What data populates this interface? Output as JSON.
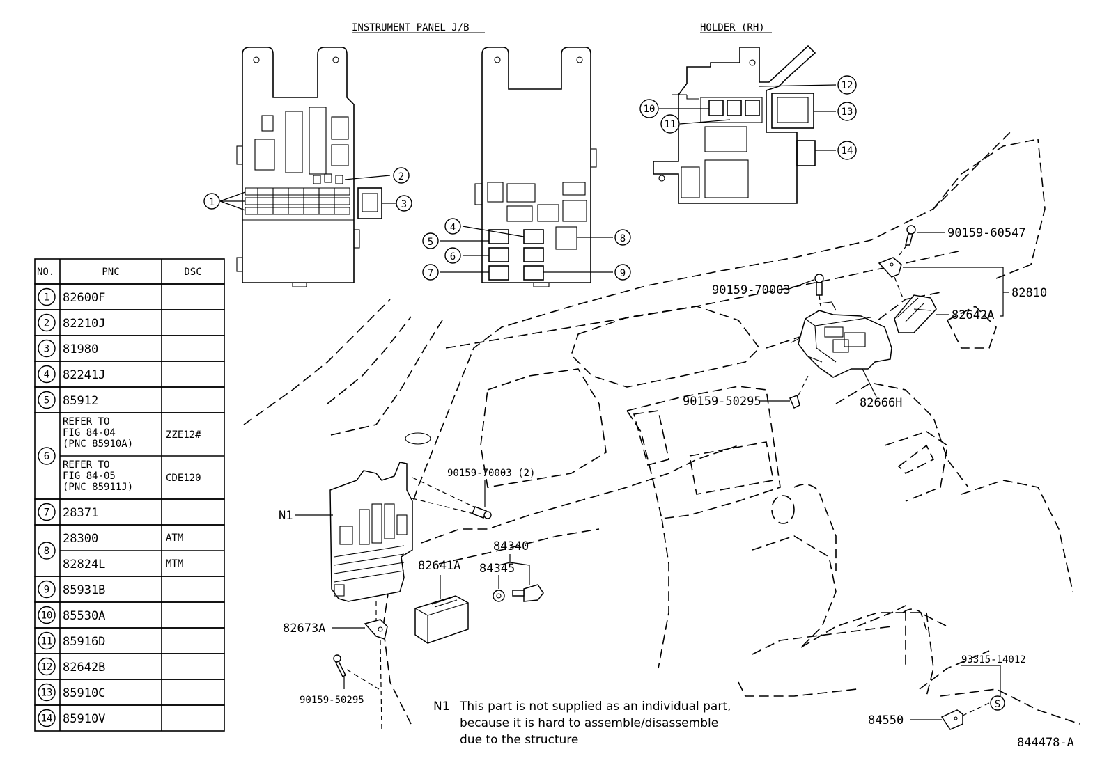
{
  "titles": {
    "instrument_panel_jb": "INSTRUMENT PANEL J/B",
    "holder_rh": "HOLDER (RH)"
  },
  "diagram_id": "844478-A",
  "callouts": [
    "1",
    "2",
    "3",
    "4",
    "5",
    "6",
    "7",
    "8",
    "9",
    "10",
    "11",
    "12",
    "13",
    "14"
  ],
  "labels": {
    "bolt_60547": "90159-60547",
    "bolt_70003_top": "90159-70003",
    "p82810": "82810",
    "p82642A": "82642A",
    "bolt_50295_mid": "90159-50295",
    "p82666H": "82666H",
    "bolt_70003_2": "90159-70003 (2)",
    "n1": "N1",
    "p84340": "84340",
    "p84345": "84345",
    "p82641A": "82641A",
    "p82673A": "82673A",
    "bolt_50295_low": "90159-50295",
    "p93315": "93315-14012",
    "s_mark": "S",
    "p84550": "84550"
  },
  "note": {
    "key": "N1",
    "lines": [
      "This part is not supplied as an individual part,",
      "because it is hard to assemble/disassemble",
      "due to the structure"
    ]
  },
  "table": {
    "headers": [
      "NO.",
      "PNC",
      "DSC"
    ],
    "rows": [
      {
        "no": "1",
        "entries": [
          {
            "pnc": [
              "82600F"
            ],
            "dsc": ""
          }
        ]
      },
      {
        "no": "2",
        "entries": [
          {
            "pnc": [
              "82210J"
            ],
            "dsc": ""
          }
        ]
      },
      {
        "no": "3",
        "entries": [
          {
            "pnc": [
              "81980"
            ],
            "dsc": ""
          }
        ]
      },
      {
        "no": "4",
        "entries": [
          {
            "pnc": [
              "82241J"
            ],
            "dsc": ""
          }
        ]
      },
      {
        "no": "5",
        "entries": [
          {
            "pnc": [
              "85912"
            ],
            "dsc": ""
          }
        ]
      },
      {
        "no": "6",
        "entries": [
          {
            "pnc": [
              "REFER TO",
              "FIG 84-04",
              " (PNC 85910A)"
            ],
            "dsc": "ZZE12#"
          },
          {
            "pnc": [
              "REFER TO",
              "FIG 84-05",
              " (PNC 85911J)"
            ],
            "dsc": "CDE120"
          }
        ]
      },
      {
        "no": "7",
        "entries": [
          {
            "pnc": [
              "28371"
            ],
            "dsc": ""
          }
        ]
      },
      {
        "no": "8",
        "entries": [
          {
            "pnc": [
              "28300"
            ],
            "dsc": "ATM"
          },
          {
            "pnc": [
              "82824L"
            ],
            "dsc": "MTM"
          }
        ]
      },
      {
        "no": "9",
        "entries": [
          {
            "pnc": [
              "85931B"
            ],
            "dsc": ""
          }
        ]
      },
      {
        "no": "10",
        "entries": [
          {
            "pnc": [
              "85530A"
            ],
            "dsc": ""
          }
        ]
      },
      {
        "no": "11",
        "entries": [
          {
            "pnc": [
              "85916D"
            ],
            "dsc": ""
          }
        ]
      },
      {
        "no": "12",
        "entries": [
          {
            "pnc": [
              "82642B"
            ],
            "dsc": ""
          }
        ]
      },
      {
        "no": "13",
        "entries": [
          {
            "pnc": [
              "85910C"
            ],
            "dsc": ""
          }
        ]
      },
      {
        "no": "14",
        "entries": [
          {
            "pnc": [
              "85910V"
            ],
            "dsc": ""
          }
        ]
      }
    ]
  }
}
